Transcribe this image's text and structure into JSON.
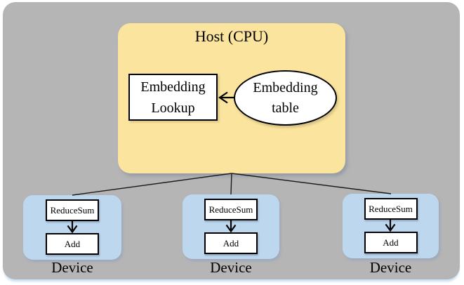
{
  "colors": {
    "page_background": "#ffffff",
    "panel_gray": "#b5b5b5",
    "panel_shadow": "#c7dcf4",
    "host_yellow": "#fbe49e",
    "device_blue": "#bdd7ee",
    "node_fill": "#ffffff",
    "node_border": "#000000"
  },
  "host": {
    "title": "Host (CPU)",
    "lookup_label": "Embedding\nLookup",
    "table_label": "Embedding\ntable"
  },
  "devices": [
    {
      "label": "Device",
      "ops": [
        "ReduceSum",
        "Add"
      ]
    },
    {
      "label": "Device",
      "ops": [
        "ReduceSum",
        "Add"
      ]
    },
    {
      "label": "Device",
      "ops": [
        "ReduceSum",
        "Add"
      ]
    }
  ]
}
